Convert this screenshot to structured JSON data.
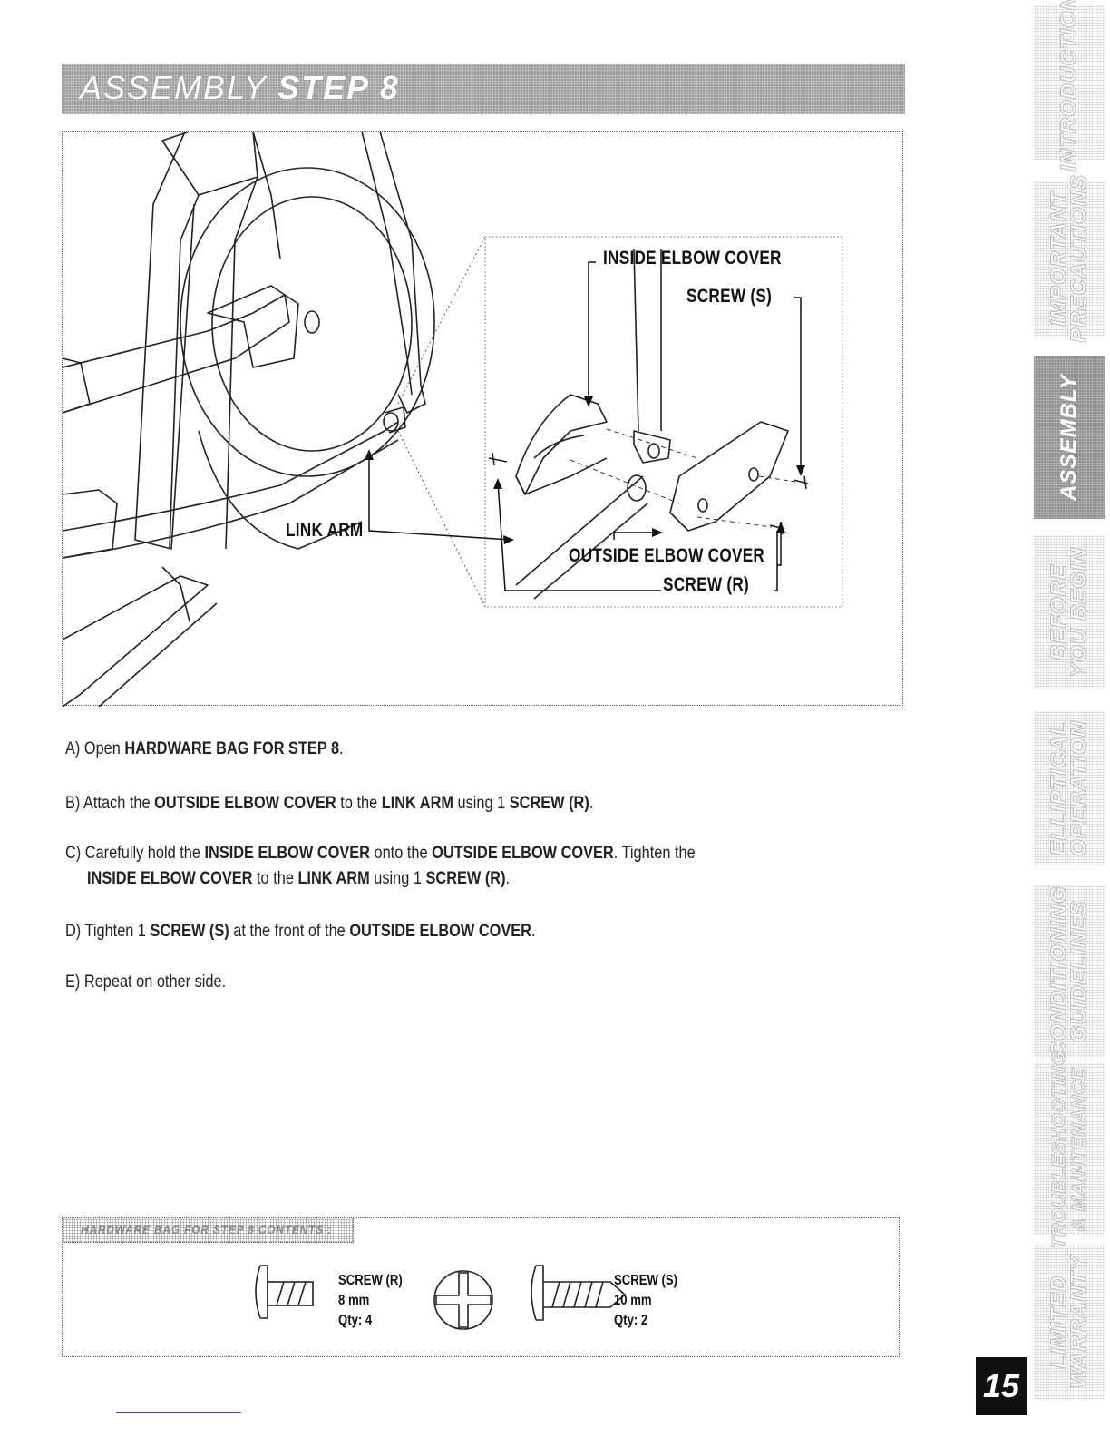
{
  "header": {
    "title_prefix": "ASSEMBLY",
    "title_step": "STEP 8"
  },
  "illustration": {
    "callouts": {
      "inside_elbow_cover": "INSIDE ELBOW COVER",
      "screw_s": "SCREW (S)",
      "link_arm": "LINK ARM",
      "outside_elbow_cover": "OUTSIDE ELBOW COVER",
      "screw_r": "SCREW (R)"
    }
  },
  "instructions": {
    "a": {
      "prefix": "A) Open ",
      "b1": "HARDWARE BAG FOR STEP 8",
      "suffix": "."
    },
    "b": {
      "prefix": "B) Attach the ",
      "b1": "OUTSIDE ELBOW COVER",
      "t1": " to the ",
      "b2": "LINK ARM",
      "t2": " using 1 ",
      "b3": "SCREW (R)",
      "suffix": "."
    },
    "c1": {
      "prefix": "C) Carefully hold the ",
      "b1": "INSIDE ELBOW COVER",
      "t1": " onto the ",
      "b2": "OUTSIDE ELBOW COVER",
      "suffix": ". Tighten the"
    },
    "c2": {
      "b1": "INSIDE ELBOW COVER",
      "t1": " to the ",
      "b2": "LINK ARM",
      "t2": " using 1 ",
      "b3": "SCREW (R)",
      "suffix": "."
    },
    "d": {
      "prefix": "D) Tighten 1 ",
      "b1": "SCREW (S)",
      "t1": " at the front of the ",
      "b2": "OUTSIDE ELBOW COVER",
      "suffix": "."
    },
    "e": {
      "text": "E) Repeat on other side."
    }
  },
  "hardware": {
    "title": "HARDWARE BAG FOR STEP 8 CONTENTS :",
    "items": [
      {
        "name": "SCREW (R)",
        "size": "8 mm",
        "qty": "Qty: 4"
      },
      {
        "name": "SCREW (S)",
        "size": "10 mm",
        "qty": "Qty: 2"
      }
    ]
  },
  "sidebar": {
    "tabs": [
      {
        "line1": "INTRODUCTION",
        "line2": ""
      },
      {
        "line1": "IMPORTANT",
        "line2": "PRECAUTIONS"
      },
      {
        "line1": "ASSEMBLY",
        "line2": ""
      },
      {
        "line1": "BEFORE",
        "line2": "YOU BEGIN"
      },
      {
        "line1": "ELLIPTICAL",
        "line2": "OPERATION"
      },
      {
        "line1": "CONDITIONING",
        "line2": "GUIDELINES"
      },
      {
        "line1": "TROUBLESHOOTING",
        "line2": "& MAINTENANCE"
      },
      {
        "line1": "LIMITED",
        "line2": "WARRANTY"
      }
    ],
    "active": "ASSEMBLY"
  },
  "page_number": "15"
}
